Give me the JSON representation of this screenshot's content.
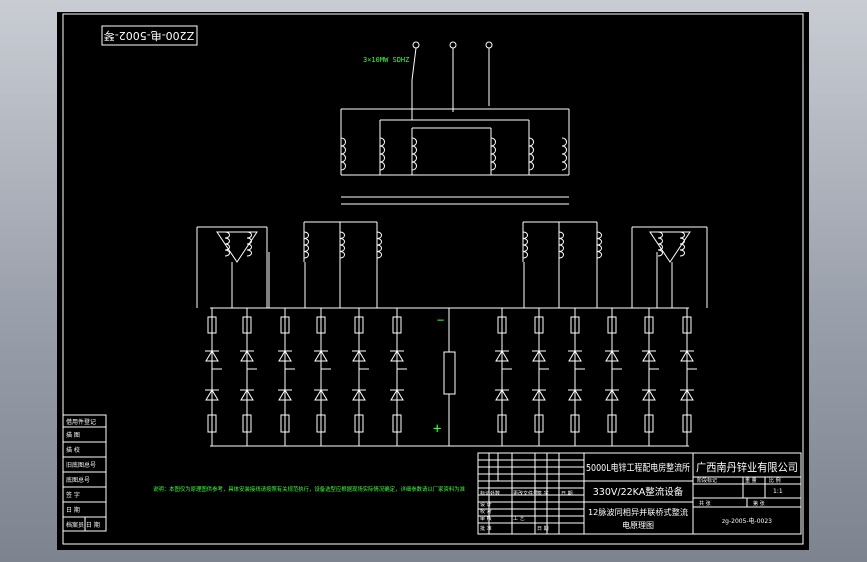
{
  "drawing_number_top": "Z200-电-5002-琴",
  "transformer_rating": "3×10MW SDHZ",
  "polarity": {
    "negative": "−",
    "positive": "+"
  },
  "notes": "说明：本图仅为原理图供参考，具体安装接线请按照有关规范执行，设备选型应根据现场实际情况确定，详细参数请以厂家资料为准",
  "sidebar_labels": [
    "借用件登记",
    "描 图",
    "描 校",
    "旧底图总号",
    "底图总号",
    "签 字",
    "日 期",
    "档案员 日 期"
  ],
  "title_block": {
    "project": "5000L电锌工程配电房整流所",
    "company": "广西南丹锌业有限公司",
    "equipment": "330V/22KA整流设备",
    "drawing_title_line1": "12脉波同相异并联桥式整流",
    "drawing_title_line2": "电原理图",
    "drawing_code": "zg-2005-电-0023",
    "col_stage": "阶段标记",
    "col_weight": "重 量",
    "col_scale": "比 例",
    "scale_value": "1:1",
    "sheet_total": "共 张",
    "sheet_no": "第 张",
    "sign_designer": "设 计",
    "sign_checker": "校 对",
    "sign_auditor": "审 核",
    "sign_craft": "工 艺",
    "sign_approve": "批 准",
    "sign_date": "日 期",
    "rev_mark": "标记",
    "rev_count": "处数",
    "rev_file": "更改文件号",
    "rev_sign": "签 字",
    "rev_date": "日 期"
  }
}
